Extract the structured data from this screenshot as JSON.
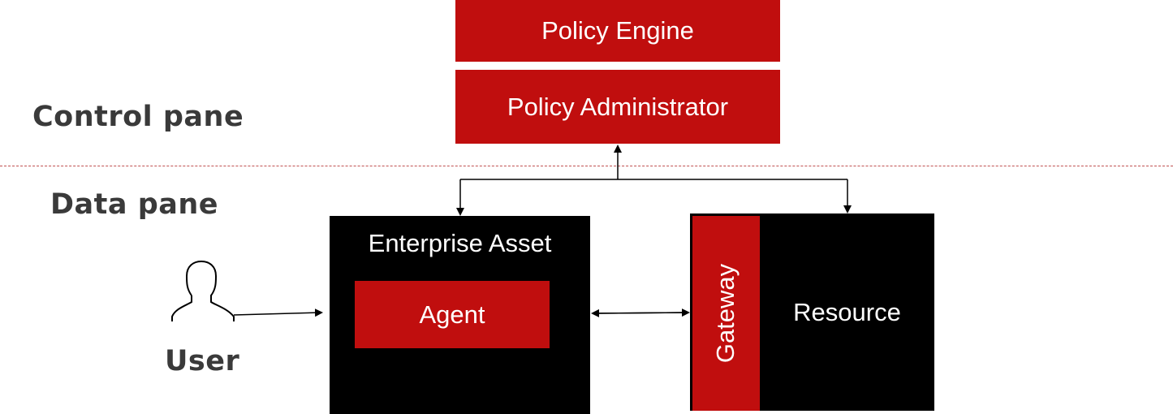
{
  "diagram": {
    "policy_engine": "Policy Engine",
    "policy_administrator": "Policy Administrator",
    "control_plane_label": "Control pane",
    "data_plane_label": "Data pane",
    "enterprise_asset": "Enterprise Asset",
    "agent": "Agent",
    "gateway": "Gateway",
    "resource": "Resource",
    "user": "User",
    "colors": {
      "accent_red": "#c00e0e",
      "box_black": "#000000",
      "pane_label": "#3a3a3a",
      "divider": "#c05050"
    },
    "icons": [
      "user-icon"
    ]
  }
}
